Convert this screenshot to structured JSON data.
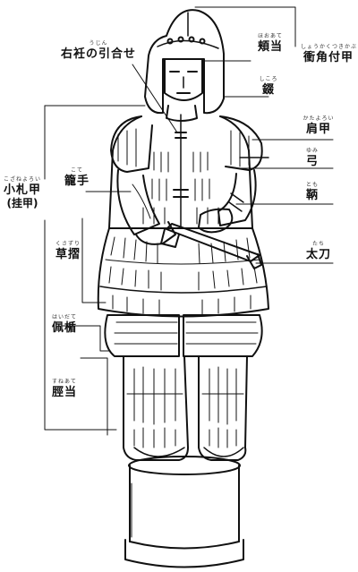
{
  "labels": {
    "migi_ozuma": {
      "ruby": "うじん",
      "text": "右衽の引合せ"
    },
    "hoate": {
      "ruby": "ほおあて",
      "text": "頬当"
    },
    "shoukaku": {
      "ruby": "しょうかくつきかぶと",
      "text": "衝角付甲"
    },
    "shikoro": {
      "ruby": "しころ",
      "text": "錣"
    },
    "kozane": {
      "ruby": "こざねよろい",
      "text": "小札甲",
      "sub": "(挂甲)"
    },
    "kata": {
      "ruby": "かたよろい",
      "text": "肩甲"
    },
    "kote": {
      "ruby": "こて",
      "text": "籠手"
    },
    "yumi": {
      "ruby": "ゆみ",
      "text": "弓"
    },
    "tomo": {
      "ruby": "とも",
      "text": "鞆"
    },
    "kusazuri": {
      "ruby": "くさずり",
      "text": "草摺"
    },
    "tachi": {
      "ruby": "たち",
      "text": "太刀"
    },
    "haidate": {
      "ruby": "はいだて",
      "text": "佩楯"
    },
    "suneate": {
      "ruby": "すねあて",
      "text": "脛当"
    }
  },
  "colors": {
    "ink": "#111111",
    "background": "#ffffff"
  }
}
